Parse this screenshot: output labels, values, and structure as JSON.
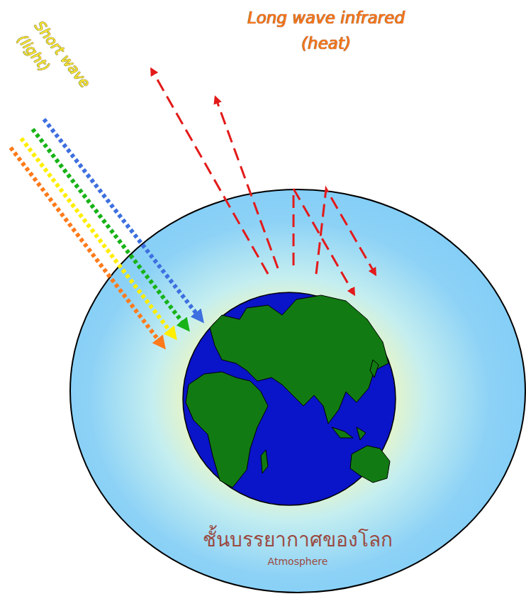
{
  "diagram": {
    "nodes": [
      {
        "text": [
          "ชั้นบรรยากาศของโลก",
          "Atmosphere"
        ]
      }
    ],
    "labels": [
      "Long wave infrared (heat)",
      "Short wave (light)"
    ]
  }
}
